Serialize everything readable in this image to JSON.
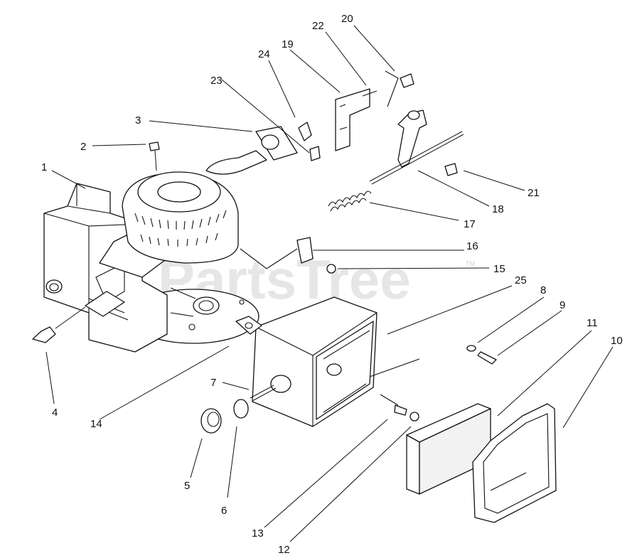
{
  "watermark": {
    "text": "PartsTree",
    "tm": "TM"
  },
  "callouts": [
    {
      "id": "c1",
      "text": "1"
    },
    {
      "id": "c2",
      "text": "2"
    },
    {
      "id": "c3",
      "text": "3"
    },
    {
      "id": "c4",
      "text": "4"
    },
    {
      "id": "c5",
      "text": "5"
    },
    {
      "id": "c6",
      "text": "6"
    },
    {
      "id": "c7",
      "text": "7"
    },
    {
      "id": "c8",
      "text": "8"
    },
    {
      "id": "c9",
      "text": "9"
    },
    {
      "id": "c10",
      "text": "10"
    },
    {
      "id": "c11",
      "text": "11"
    },
    {
      "id": "c12",
      "text": "12"
    },
    {
      "id": "c13",
      "text": "13"
    },
    {
      "id": "c14",
      "text": "14"
    },
    {
      "id": "c15",
      "text": "15"
    },
    {
      "id": "c16",
      "text": "16"
    },
    {
      "id": "c17",
      "text": "17"
    },
    {
      "id": "c18",
      "text": "18"
    },
    {
      "id": "c19",
      "text": "19"
    },
    {
      "id": "c20",
      "text": "20"
    },
    {
      "id": "c21",
      "text": "21"
    },
    {
      "id": "c22",
      "text": "22"
    },
    {
      "id": "c23",
      "text": "23"
    },
    {
      "id": "c24",
      "text": "24"
    },
    {
      "id": "c25",
      "text": "25"
    }
  ]
}
